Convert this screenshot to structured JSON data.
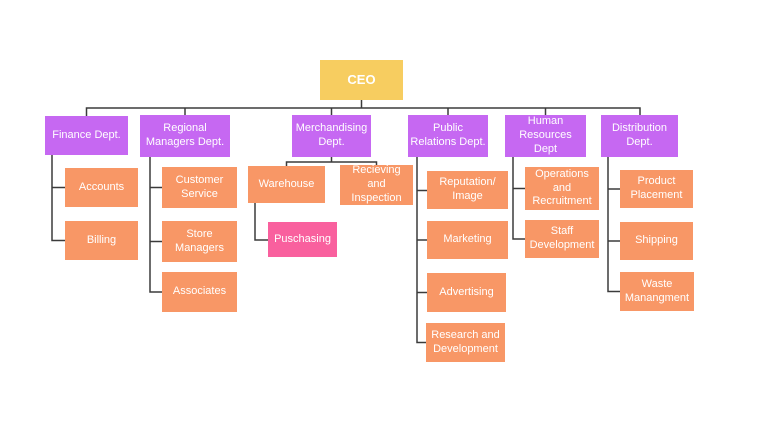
{
  "colors": {
    "executive": "#F7CD60",
    "department": "#C668F2",
    "unit": "#F89766",
    "highlight": "#F9609E",
    "connector": "#3B3B3B",
    "text": "#FFFFFF"
  },
  "org": {
    "root": {
      "label": "CEO",
      "type": "executive"
    },
    "departments": [
      {
        "label": "Finance Dept.",
        "type": "department",
        "children": [
          {
            "label": "Accounts",
            "type": "unit"
          },
          {
            "label": "Billing",
            "type": "unit"
          }
        ]
      },
      {
        "label": "Regional\nManagers Dept.",
        "type": "department",
        "children": [
          {
            "label": "Customer\nService",
            "type": "unit"
          },
          {
            "label": "Store\nManagers",
            "type": "unit"
          },
          {
            "label": "Associates",
            "type": "unit"
          }
        ]
      },
      {
        "label": "Merchandising\nDept.",
        "type": "department",
        "children": [
          {
            "label": "Warehouse",
            "type": "unit",
            "children": [
              {
                "label": "Puschasing",
                "type": "highlight"
              }
            ]
          },
          {
            "label": "Recieving and\nInspection",
            "type": "unit"
          }
        ]
      },
      {
        "label": "Public\nRelations Dept.",
        "type": "department",
        "children": [
          {
            "label": "Reputation/\nImage",
            "type": "unit"
          },
          {
            "label": "Marketing",
            "type": "unit"
          },
          {
            "label": "Advertising",
            "type": "unit"
          },
          {
            "label": "Research and\nDevelopment",
            "type": "unit"
          }
        ]
      },
      {
        "label": "Human\nResources Dept",
        "type": "department",
        "children": [
          {
            "label": "Operations\nand\nRecruitment",
            "type": "unit"
          },
          {
            "label": "Staff\nDevelopment",
            "type": "unit"
          }
        ]
      },
      {
        "label": "Distribution\nDept.",
        "type": "department",
        "children": [
          {
            "label": "Product\nPlacement",
            "type": "unit"
          },
          {
            "label": "Shipping",
            "type": "unit"
          },
          {
            "label": "Waste\nManangment",
            "type": "unit"
          }
        ]
      }
    ]
  }
}
